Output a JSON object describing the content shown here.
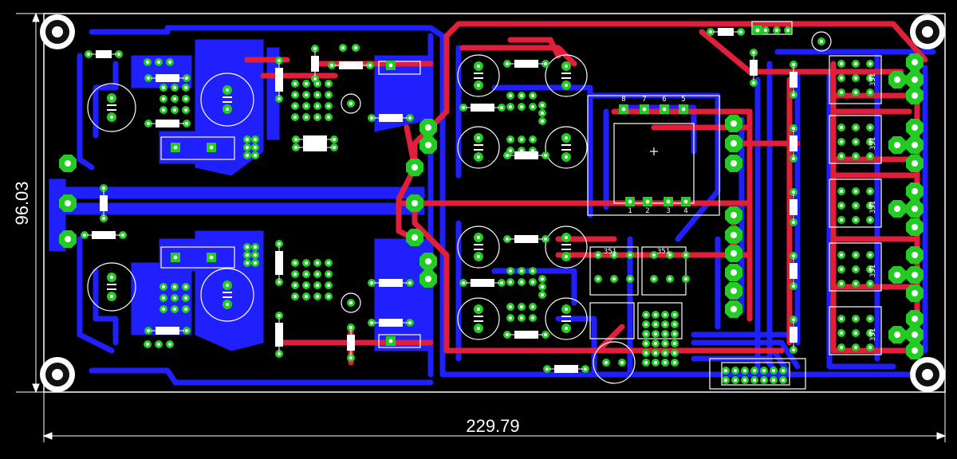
{
  "dimensions": {
    "width_label": "229.79",
    "height_label": "96.03"
  },
  "colors": {
    "background": "#000000",
    "bottom_copper": "#2020ff",
    "top_copper": "#e0203a",
    "pad": "#22cc22",
    "via": "#22cc22",
    "silkscreen": "#ffffff",
    "outline": "#ffffff"
  },
  "connector_pins": [
    "8",
    "7",
    "6",
    "5",
    "1",
    "2",
    "3",
    "4"
  ],
  "ic_labels": [
    "351",
    "351",
    "351",
    "351",
    "351",
    "351",
    "351"
  ],
  "icons": {
    "mounting_hole": "mounting-hole-icon",
    "capacitor": "electrolytic-capacitor-icon",
    "resistor": "resistor-icon",
    "pad": "pad-icon"
  }
}
